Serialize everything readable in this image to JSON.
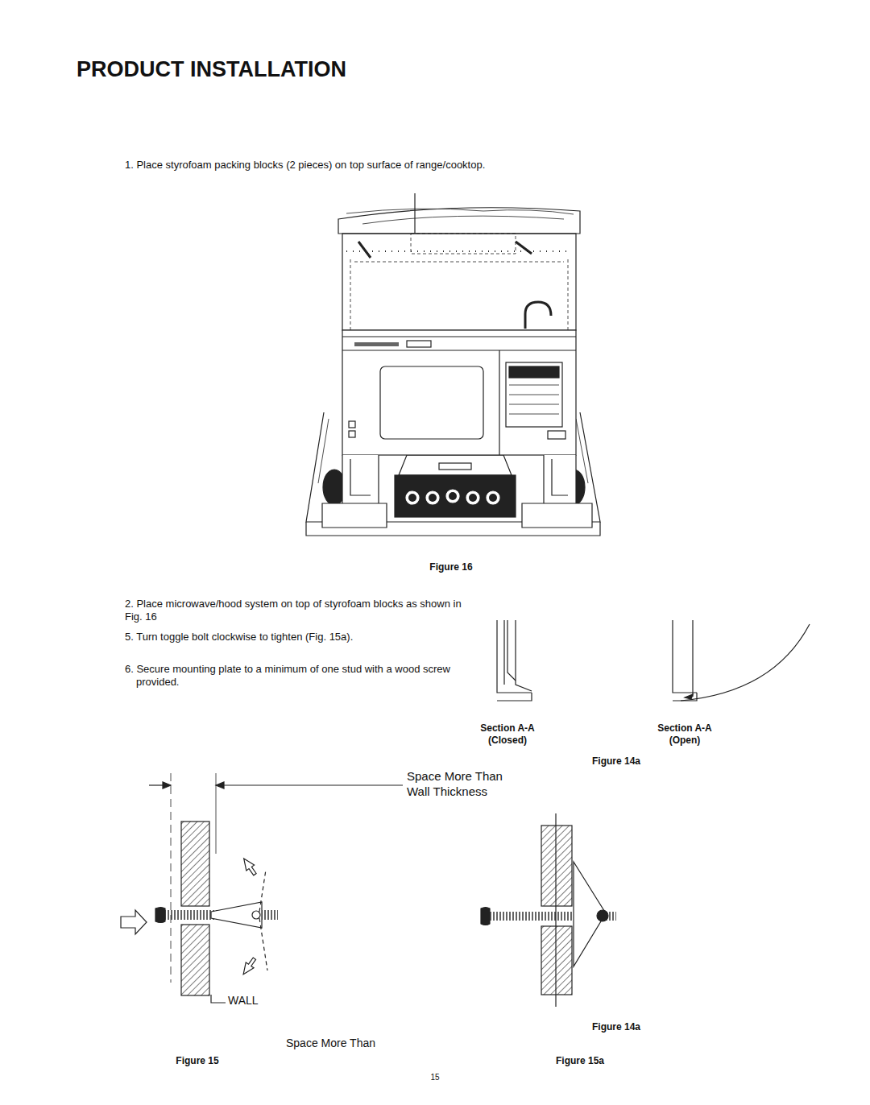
{
  "diagram": {
    "title": "PRODUCT INSTALLATION",
    "labels": [
      "1. Place styrofoam packing blocks (2 pieces) on top surface of range/cooktop.",
      "Figure 16",
      "2. Place microwave/hood system on top of styrofoam blocks as shown in Fig. 16",
      "5. Turn toggle bolt clockwise to tighten (Fig. 15a).",
      "6. Secure mounting plate to a minimum of one stud with a wood screw provided.",
      "Section A-A",
      "(Closed)",
      "Section A-A",
      "(Open)",
      "Figure 14a",
      "Space More Than Wall Thickness",
      "WALL",
      "Space More Than",
      "Figure 14a",
      "Figure 15",
      "Figure 15a",
      "15"
    ]
  }
}
